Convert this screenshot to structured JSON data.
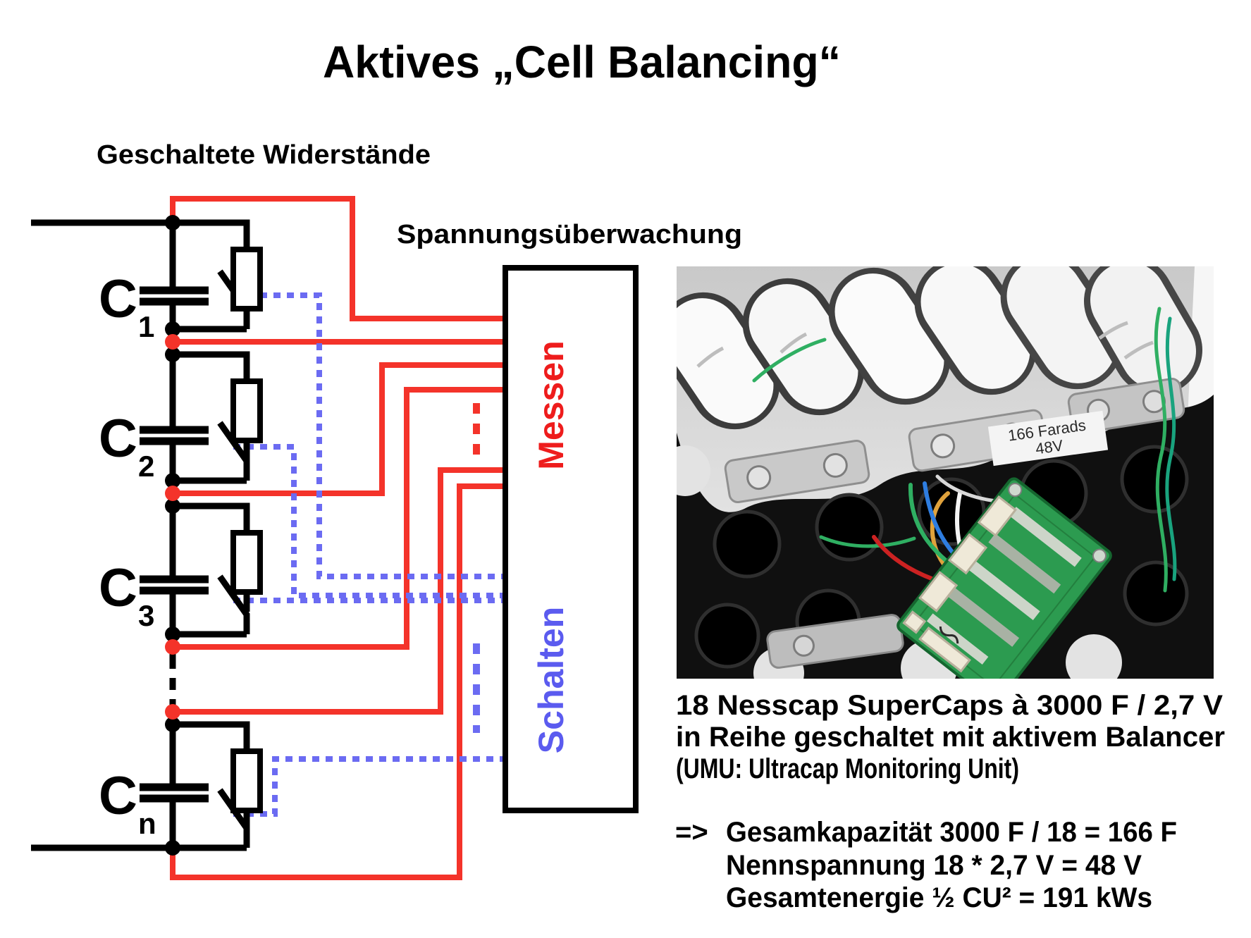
{
  "title": "Aktives „Cell Balancing“",
  "circuit": {
    "resistors_label": "Geschaltete Widerstände",
    "monitoring_label": "Spannungsüberwachung",
    "box": {
      "measure_label": "Messen",
      "switch_label": "Schalten"
    },
    "cells": [
      {
        "name": "C",
        "sub": "1"
      },
      {
        "name": "C",
        "sub": "2"
      },
      {
        "name": "C",
        "sub": "3"
      },
      {
        "name": "C",
        "sub": "n"
      }
    ]
  },
  "photo": {
    "pack_label_line1": "166 Farads",
    "pack_label_line2": "48V",
    "caption": [
      "18 Nesscap SuperCaps à 3000 F / 2,7 V",
      "in Reihe geschaltet mit aktivem Balancer",
      "(UMU: Ultracap Monitoring Unit)"
    ],
    "arrow": "=>",
    "calculations": [
      "Gesamkapazität 3000 F / 18 = 166 F",
      "Nennspannung 18 * 2,7 V = 48 V",
      "Gesamtenergie ½ CU² = 191 kWs"
    ]
  },
  "colors": {
    "wire_red": "#f4332a",
    "wire_blue": "#6b6bf2",
    "measure_text": "#ee1c1c",
    "switch_text": "#5b5bef",
    "circuit_black": "#000000",
    "pcb_green": "#2c9b50",
    "photo_bg": "#d2d2d2"
  }
}
